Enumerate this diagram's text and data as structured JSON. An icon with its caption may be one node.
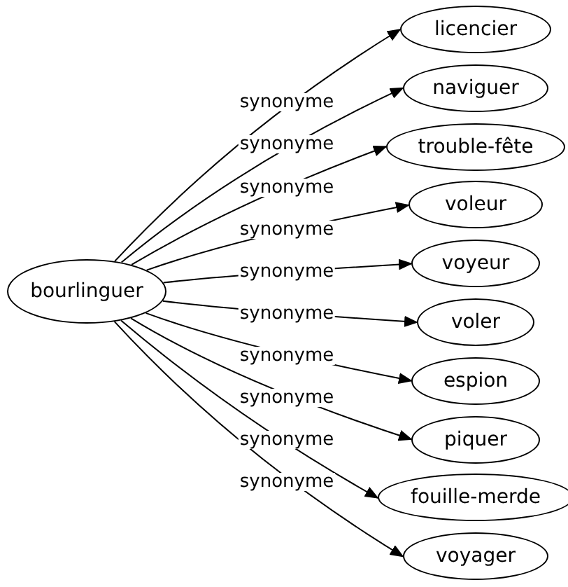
{
  "diagram": {
    "nodes": [
      {
        "text": [
          "bourlinguer"
        ]
      },
      {
        "text": [
          "licencier"
        ]
      },
      {
        "text": [
          "naviguer"
        ]
      },
      {
        "text": [
          "trouble-fête"
        ]
      },
      {
        "text": [
          "voleur"
        ]
      },
      {
        "text": [
          "voyeur"
        ]
      },
      {
        "text": [
          "voler"
        ]
      },
      {
        "text": [
          "espion"
        ]
      },
      {
        "text": [
          "piquer"
        ]
      },
      {
        "text": [
          "fouille-merde"
        ]
      },
      {
        "text": [
          "voyager"
        ]
      }
    ],
    "edges": [
      {
        "from": 0,
        "to": 1,
        "arrow": "to",
        "label": "synonyme"
      },
      {
        "from": 0,
        "to": 2,
        "arrow": "to",
        "label": "synonyme"
      },
      {
        "from": 0,
        "to": 3,
        "arrow": "to",
        "label": "synonyme"
      },
      {
        "from": 0,
        "to": 4,
        "arrow": "to",
        "label": "synonyme"
      },
      {
        "from": 0,
        "to": 5,
        "arrow": "to",
        "label": "synonyme"
      },
      {
        "from": 0,
        "to": 6,
        "arrow": "to",
        "label": "synonyme"
      },
      {
        "from": 0,
        "to": 7,
        "arrow": "to",
        "label": "synonyme"
      },
      {
        "from": 0,
        "to": 8,
        "arrow": "to",
        "label": "synonyme"
      },
      {
        "from": 0,
        "to": 9,
        "arrow": "to",
        "label": "synonyme"
      },
      {
        "from": 0,
        "to": 10,
        "arrow": "to",
        "label": "synonyme"
      }
    ]
  }
}
